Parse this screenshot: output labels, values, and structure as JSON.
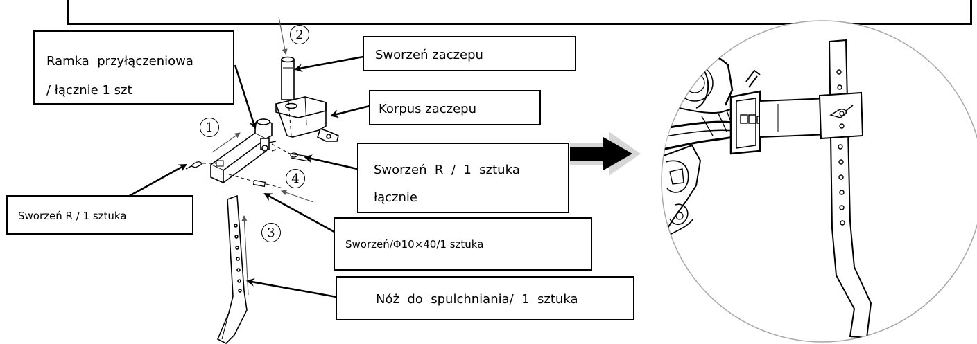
{
  "labels": {
    "frame": "Ramka  przyłączeniowa\n/ łącznie 1 szt",
    "pin_hitch": "Sworzeń zaczepu",
    "hitch_body": "Korpus zaczepu",
    "r_pin_right": "Sworzeń  R  /  1  sztuka\nłącznie",
    "r_pin_left": "Sworzeń R / 1 sztuka",
    "bolt": "Sworzeń/Φ10×40/1 sztuka",
    "knife": "Nóż  do  spulchniania/  1  sztuka"
  },
  "step_numbers": {
    "n1": "1",
    "n2": "2",
    "n3": "3",
    "n4": "4"
  }
}
